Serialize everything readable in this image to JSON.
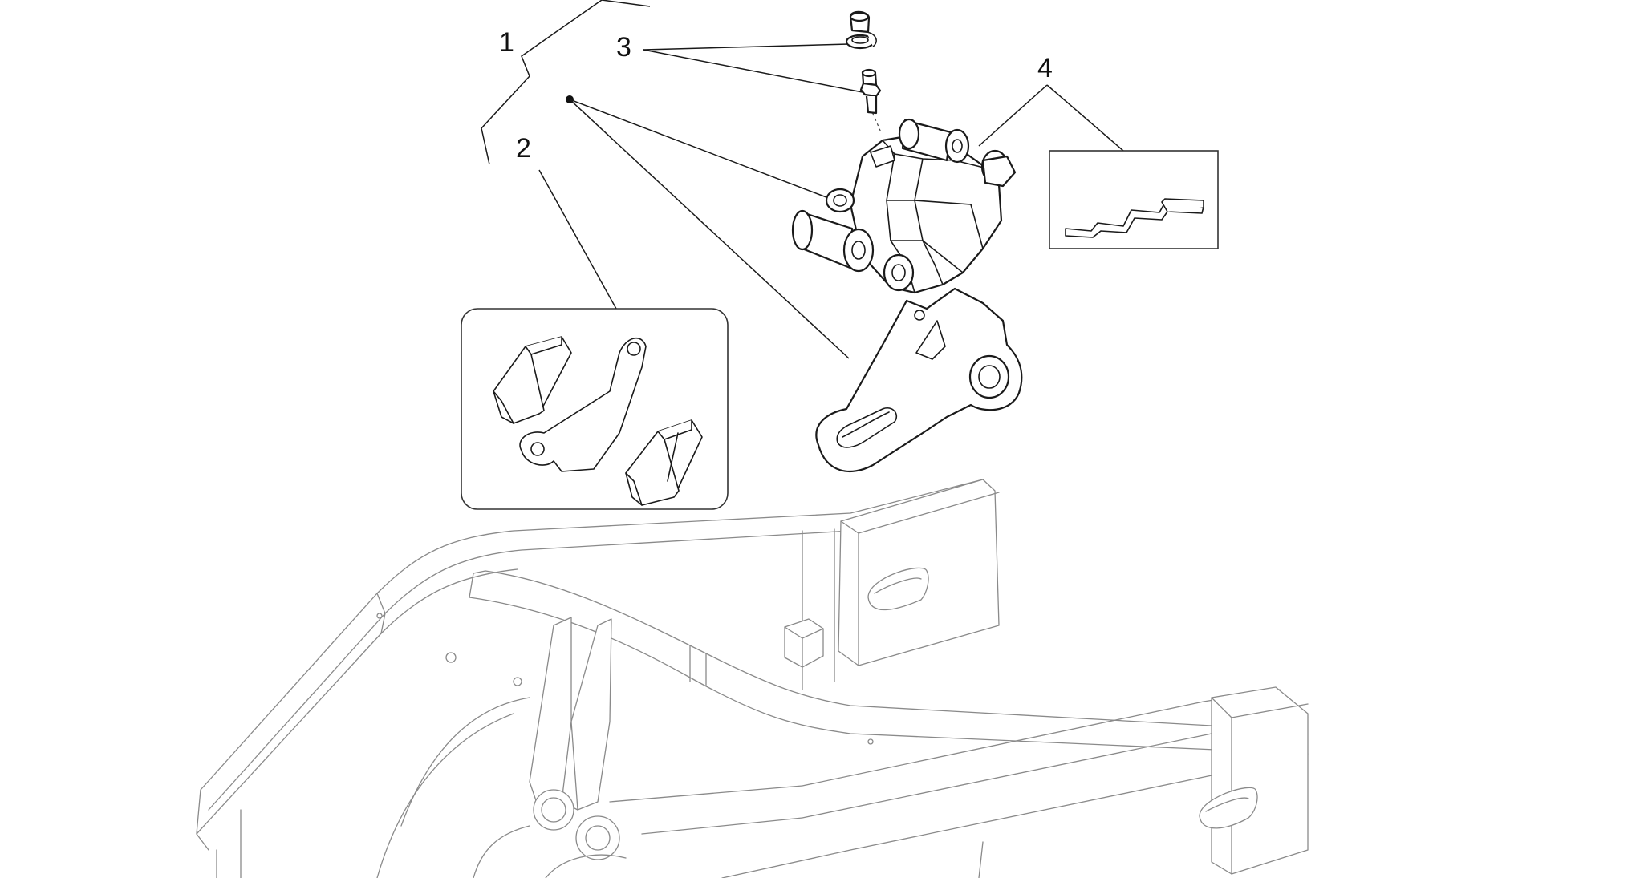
{
  "diagram": {
    "callouts": [
      {
        "id": "callout-1",
        "label": "1"
      },
      {
        "id": "callout-2",
        "label": "2"
      },
      {
        "id": "callout-3",
        "label": "3"
      },
      {
        "id": "callout-4",
        "label": "4"
      }
    ],
    "parts": [
      {
        "name": "brake-caliper-assembly",
        "callout": "1"
      },
      {
        "name": "brake-pads-kit",
        "callout": "2"
      },
      {
        "name": "bleed-screw-and-cap",
        "callout": "3"
      },
      {
        "name": "pad-retaining-spring",
        "callout": "4"
      }
    ],
    "colors": {
      "line": "#1a1a1a",
      "frame": "#8a8a8a",
      "background": "#ffffff"
    }
  }
}
